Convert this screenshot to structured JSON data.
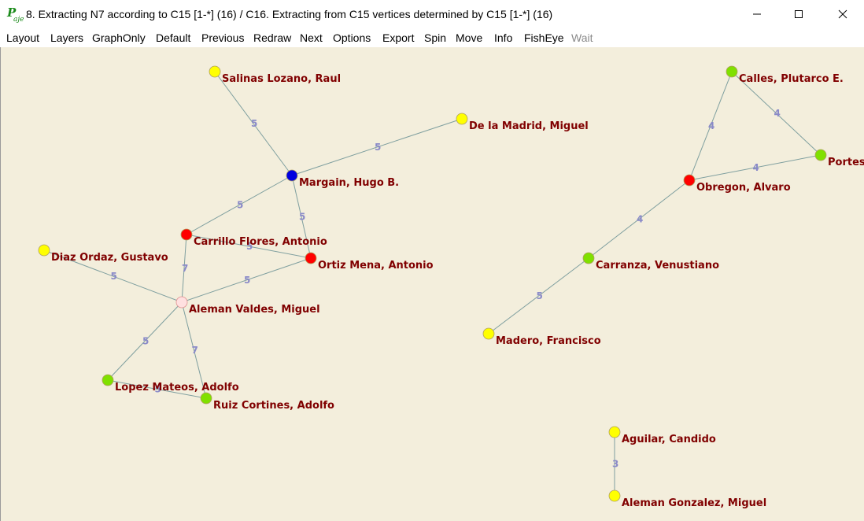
{
  "window": {
    "title": "8. Extracting N7 according to C15 [1-*] (16) / C16. Extracting from C15 vertices determined by C15 [1-*] (16)",
    "icon": "pajek-logo-icon"
  },
  "menu": {
    "layout": "Layout",
    "layers": "Layers",
    "graphonly": "GraphOnly",
    "default": "Default",
    "previous": "Previous",
    "redraw": "Redraw",
    "next": "Next",
    "options": "Options",
    "export": "Export",
    "spin": "Spin",
    "move": "Move",
    "info": "Info",
    "fisheye": "FishEye",
    "wait": "Wait"
  },
  "colors": {
    "yellow": "#ffff00",
    "green": "#80e000",
    "red": "#ff0000",
    "blue": "#0000e0",
    "pink": "#ffe0e0",
    "edge": "#7f9f9f",
    "vertex_label": "#800000",
    "edge_label": "#8a8ac8",
    "canvas": "#f3eedc"
  },
  "graph": {
    "vertices": [
      {
        "id": "salinas",
        "label": "Salinas Lozano, Raul",
        "color": "yellow"
      },
      {
        "id": "delamadrid",
        "label": "De la Madrid, Miguel",
        "color": "yellow"
      },
      {
        "id": "margain",
        "label": "Margain, Hugo B.",
        "color": "blue"
      },
      {
        "id": "carrillo",
        "label": "Carrillo Flores, Antonio",
        "color": "red"
      },
      {
        "id": "diaz",
        "label": "Diaz Ordaz, Gustavo",
        "color": "yellow"
      },
      {
        "id": "ortiz",
        "label": "Ortiz Mena, Antonio",
        "color": "red"
      },
      {
        "id": "aleman",
        "label": "Aleman Valdes, Miguel",
        "color": "pink"
      },
      {
        "id": "lopez",
        "label": "Lopez Mateos, Adolfo",
        "color": "green"
      },
      {
        "id": "ruiz",
        "label": "Ruiz Cortines, Adolfo",
        "color": "green"
      },
      {
        "id": "calles",
        "label": "Calles, Plutarco E.",
        "color": "green"
      },
      {
        "id": "portes",
        "label": "Portes G",
        "color": "green"
      },
      {
        "id": "obregon",
        "label": "Obregon, Alvaro",
        "color": "red"
      },
      {
        "id": "carranza",
        "label": "Carranza, Venustiano",
        "color": "green"
      },
      {
        "id": "madero",
        "label": "Madero, Francisco",
        "color": "yellow"
      },
      {
        "id": "aguilar",
        "label": "Aguilar, Candido",
        "color": "yellow"
      },
      {
        "id": "alemangonzalez",
        "label": "Aleman Gonzalez, Miguel",
        "color": "yellow"
      }
    ],
    "edges": [
      {
        "source": "salinas",
        "target": "margain",
        "value": "5"
      },
      {
        "source": "delamadrid",
        "target": "margain",
        "value": "5"
      },
      {
        "source": "margain",
        "target": "carrillo",
        "value": "5"
      },
      {
        "source": "margain",
        "target": "ortiz",
        "value": "5"
      },
      {
        "source": "carrillo",
        "target": "ortiz",
        "value": "5"
      },
      {
        "source": "carrillo",
        "target": "aleman",
        "value": "7"
      },
      {
        "source": "diaz",
        "target": "aleman",
        "value": "5"
      },
      {
        "source": "ortiz",
        "target": "aleman",
        "value": "5"
      },
      {
        "source": "aleman",
        "target": "lopez",
        "value": "5"
      },
      {
        "source": "aleman",
        "target": "ruiz",
        "value": "7"
      },
      {
        "source": "lopez",
        "target": "ruiz",
        "value": "5"
      },
      {
        "source": "calles",
        "target": "obregon",
        "value": "4"
      },
      {
        "source": "calles",
        "target": "portes",
        "value": "4"
      },
      {
        "source": "portes",
        "target": "obregon",
        "value": "4"
      },
      {
        "source": "obregon",
        "target": "carranza",
        "value": "4"
      },
      {
        "source": "carranza",
        "target": "madero",
        "value": "5"
      },
      {
        "source": "aguilar",
        "target": "alemangonzalez",
        "value": "3"
      }
    ]
  }
}
